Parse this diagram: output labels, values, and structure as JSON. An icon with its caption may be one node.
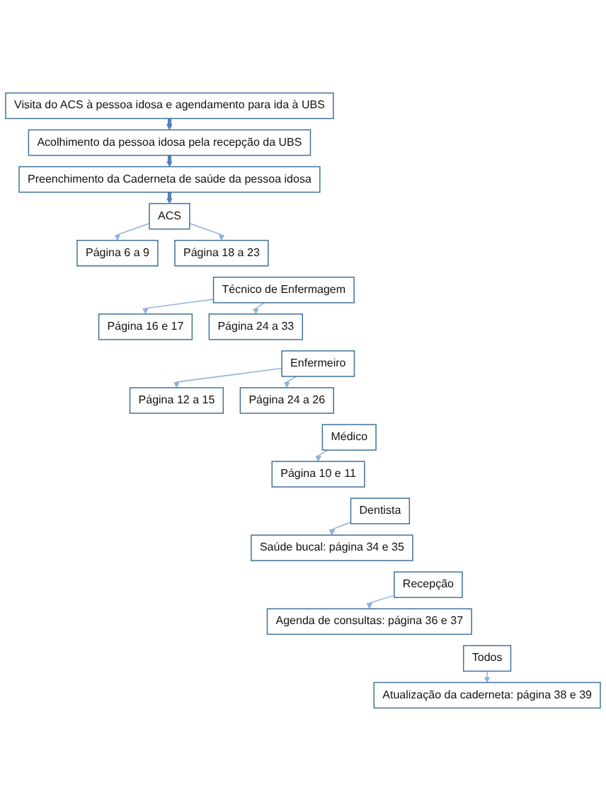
{
  "diagram": {
    "nodes": [
      {
        "text": [
          "Visita do ACS à pessoa idosa e agendamento para ida à UBS"
        ]
      },
      {
        "text": [
          "Acolhimento da pessoa idosa pela recepção da UBS"
        ]
      },
      {
        "text": [
          "Preenchimento da Caderneta de saúde da pessoa idosa"
        ]
      },
      {
        "text": [
          "ACS"
        ]
      },
      {
        "text": [
          "Página 6 a 9"
        ]
      },
      {
        "text": [
          "Página 18 a 23"
        ]
      },
      {
        "text": [
          "Técnico de Enfermagem"
        ]
      },
      {
        "text": [
          "Página 16 e 17"
        ]
      },
      {
        "text": [
          "Página 24 a 33"
        ]
      },
      {
        "text": [
          "Enfermeiro"
        ]
      },
      {
        "text": [
          "Página 12 a 15"
        ]
      },
      {
        "text": [
          "Página 24 a 26"
        ]
      },
      {
        "text": [
          "Médico"
        ]
      },
      {
        "text": [
          "Página 10 e 11"
        ]
      },
      {
        "text": [
          "Dentista"
        ]
      },
      {
        "text": [
          "Saúde bucal: página 34 e 35"
        ]
      },
      {
        "text": [
          "Recepção"
        ]
      },
      {
        "text": [
          "Agenda de consultas: página 36 e 37"
        ]
      },
      {
        "text": [
          "Todos"
        ]
      },
      {
        "text": [
          "Atualização da caderneta: página 38 e 39"
        ]
      }
    ],
    "edges": [
      {
        "from": 0,
        "to": 1,
        "arrow": "to",
        "style": "thick",
        "color": "#4f81bd"
      },
      {
        "from": 1,
        "to": 2,
        "arrow": "to",
        "style": "thick",
        "color": "#4f81bd"
      },
      {
        "from": 2,
        "to": 3,
        "arrow": "to",
        "style": "thick",
        "color": "#4f81bd"
      },
      {
        "from": 3,
        "to": 4,
        "arrow": "to"
      },
      {
        "from": 3,
        "to": 5,
        "arrow": "to"
      },
      {
        "from": 6,
        "to": 7,
        "arrow": "to"
      },
      {
        "from": 6,
        "to": 8,
        "arrow": "to"
      },
      {
        "from": 9,
        "to": 10,
        "arrow": "to"
      },
      {
        "from": 9,
        "to": 11,
        "arrow": "to"
      },
      {
        "from": 12,
        "to": 13,
        "arrow": "to"
      },
      {
        "from": 14,
        "to": 15,
        "arrow": "to"
      },
      {
        "from": 16,
        "to": 17,
        "arrow": "to"
      },
      {
        "from": 18,
        "to": 19,
        "arrow": "to"
      }
    ]
  }
}
